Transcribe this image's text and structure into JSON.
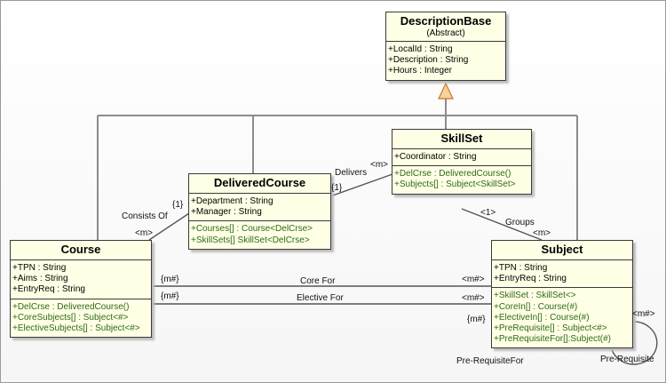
{
  "classes": {
    "description_base": {
      "name": "DescriptionBase",
      "stereotype": "(Abstract)",
      "attributes": [
        "+LocalId : String",
        "+Description : String",
        "+Hours : Integer"
      ]
    },
    "skill_set": {
      "name": "SkillSet",
      "attributes": [
        "+Coordinator : String"
      ],
      "operations": [
        "+DelCrse : DeliveredCourse()",
        "+Subjects[] : Subject<SkillSet>"
      ]
    },
    "delivered_course": {
      "name": "DeliveredCourse",
      "attributes": [
        "+Department : String",
        "+Manager : String"
      ],
      "operations": [
        "+Courses[] : Course<DelCrse>",
        "+SkillSets[] SkillSet<DelCrse>"
      ]
    },
    "course": {
      "name": "Course",
      "attributes": [
        "+TPN : String",
        "+Aims : String",
        "+EntryReq : String"
      ],
      "operations": [
        "+DelCrse : DeliveredCourse()",
        "+CoreSubjects[] : Subject<#>",
        "+ElectiveSubjects[] : Subject<#>"
      ]
    },
    "subject": {
      "name": "Subject",
      "attributes": [
        "+TPN : String",
        "+EntryReq : String"
      ],
      "operations": [
        "+SkillSet : SkillSet<>",
        "+CoreIn[] : Course(#)",
        "+ElectiveIn[] : Course(#)",
        "+PreRequisite[] : Subject<#>",
        "+PreRequisiteFor[]:Subject(#)"
      ]
    }
  },
  "associations": {
    "delivers": {
      "name": "Delivers",
      "end_skillset": "<m>",
      "end_delivered": "{1}"
    },
    "consists_of": {
      "name": "Consists Of",
      "end_delivered": "{1}",
      "end_course": "<m>"
    },
    "groups": {
      "name": "Groups",
      "end_skillset": "<1>",
      "end_subject": "<m>"
    },
    "core_for": {
      "name": "Core For",
      "end_course": "{m#}",
      "end_subject": "<m#>"
    },
    "elective_for": {
      "name": "Elective For",
      "end_course": "{m#}",
      "end_subject": "<m#>"
    },
    "prereq_for": {
      "name": "Pre-RequisiteFor",
      "mult": "{m#}"
    },
    "prereq": {
      "name": "Pre-Requisite",
      "mult": "<m#>"
    }
  }
}
